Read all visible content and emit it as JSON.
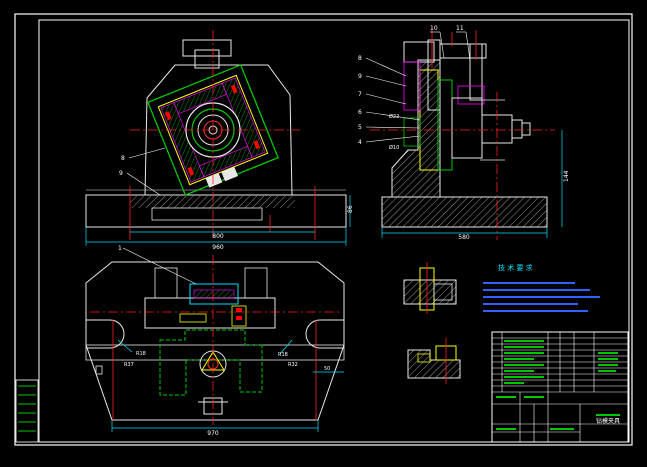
{
  "drawing": {
    "dims": {
      "top_width": "800",
      "top_base": "960",
      "top_height": "86",
      "side_width": "580",
      "side_height": "144",
      "side_d1": "Ø22",
      "side_d2": "Ø10",
      "plan_width": "970",
      "plan_r_left_1": "R18",
      "plan_r_left_2": "R37",
      "plan_r_right_1": "R18",
      "plan_r_right_2": "R32",
      "plan_side": "50"
    },
    "balloons": {
      "top": [
        "8",
        "9"
      ],
      "side": [
        "10",
        "11",
        "8",
        "9",
        "7",
        "6",
        "5",
        "4"
      ],
      "plan": [
        "1"
      ]
    },
    "tech_title": "技 术 要 求",
    "title_block": {
      "drawing_title": "钻模夹具"
    }
  },
  "colors": {
    "background": "#000000",
    "border": "#ffffff",
    "outline": "#e8e8e8",
    "center_line": "#ff2020",
    "part_green": "#00c800",
    "part_yellow": "#ffff00",
    "dimension": "#00e0ff",
    "hatch": "#bbbbbb",
    "label": "#ffffff",
    "magenta": "#ff00ff",
    "blue": "#3060ff"
  }
}
